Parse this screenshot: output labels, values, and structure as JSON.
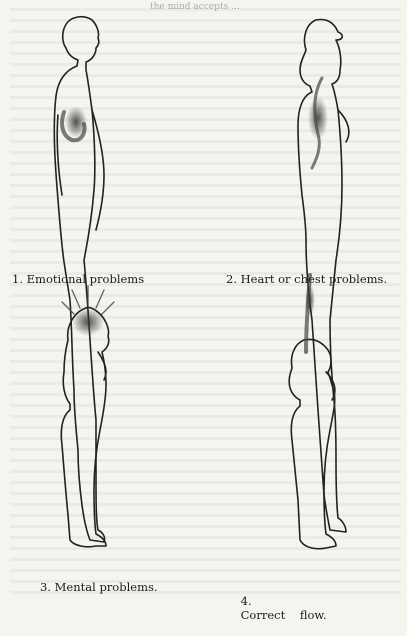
{
  "captions": [
    {
      "number": "1.",
      "text": "Emotional problems"
    },
    {
      "number": "2.",
      "text": "Heart or chest problems."
    },
    {
      "number": "3.",
      "text": "Mental problems."
    },
    {
      "number": "4.",
      "text": "Correct    flow."
    }
  ],
  "header_fragment": "the mind accepts ...",
  "colors": {
    "ink": "#222222",
    "paper": "#f6f4ee",
    "shade": "#555555"
  }
}
